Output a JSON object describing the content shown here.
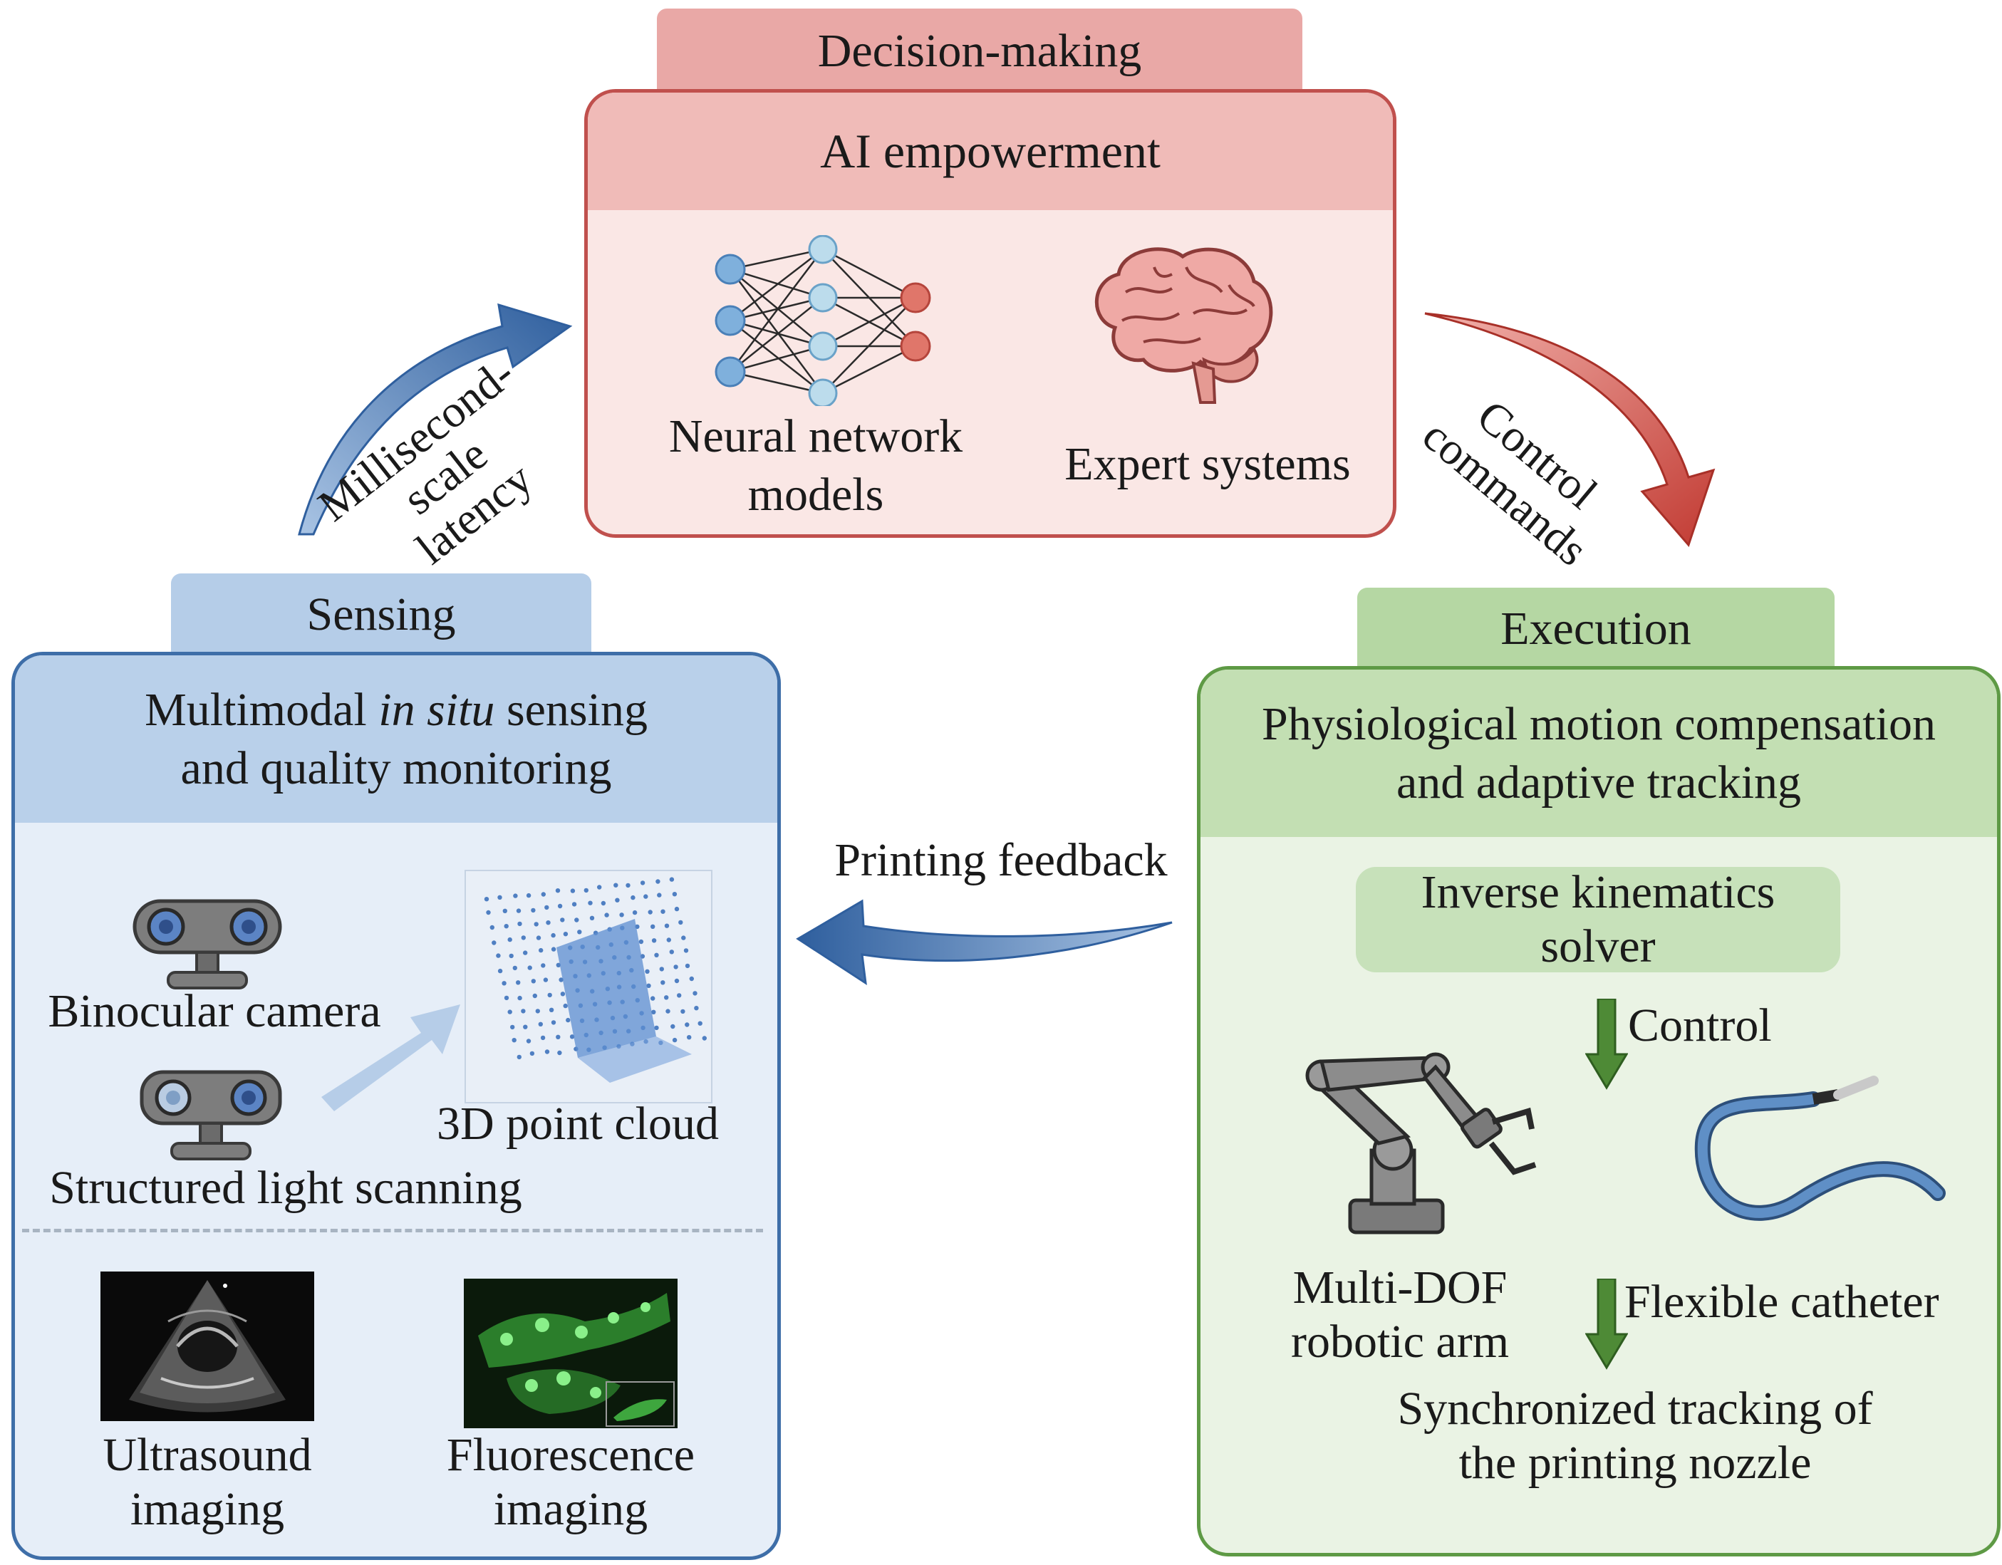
{
  "decision": {
    "tab": "Decision-making",
    "header": "AI empowerment",
    "neural_line1": "Neural network",
    "neural_line2": "models",
    "expert": "Expert systems"
  },
  "sensing": {
    "tab": "Sensing",
    "header_line1_pre": "Multimodal ",
    "header_line1_italic": "in situ",
    "header_line1_post": " sensing",
    "header_line2": "and quality monitoring",
    "binocular": "Binocular camera",
    "structured": "Structured light scanning",
    "point_cloud": "3D point cloud",
    "ultrasound_line1": "Ultrasound",
    "ultrasound_line2": "imaging",
    "fluorescence_line1": "Fluorescence",
    "fluorescence_line2": "imaging"
  },
  "execution": {
    "tab": "Execution",
    "header_line1": "Physiological motion compensation",
    "header_line2": "and adaptive tracking",
    "ik_line1": "Inverse kinematics",
    "ik_line2": "solver",
    "control": "Control",
    "arm_line1": "Multi-DOF",
    "arm_line2": "robotic arm",
    "catheter": "Flexible catheter",
    "sync_line1": "Synchronized tracking of",
    "sync_line2": "the printing nozzle"
  },
  "arrows": {
    "latency_line1": "Millisecond-",
    "latency_line2": "scale",
    "latency_line3": "latency",
    "control_line1": "Control",
    "control_line2": "commands",
    "feedback": "Printing feedback"
  },
  "colors": {
    "decision_border": "#c0504d",
    "sensing_border": "#3e6ea8",
    "execution_border": "#5e9a45",
    "blue_arrow": "#3f6fae",
    "red_arrow": "#c23b33",
    "green_arrow": "#4e8a36"
  }
}
